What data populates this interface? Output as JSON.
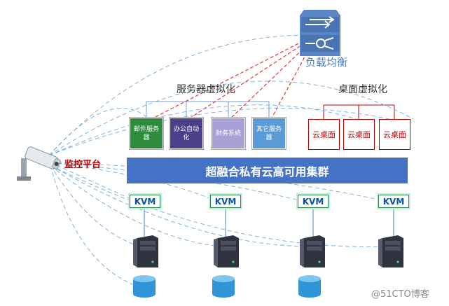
{
  "load_balancer": {
    "label": "负载均衡",
    "icon": "load-balancer-icon"
  },
  "server_virtualization": {
    "label": "服务器虚拟化",
    "services": [
      {
        "label": "邮件服务器",
        "color": "#2e8b3e"
      },
      {
        "label": "办公自动化",
        "color": "#4b3f8a"
      },
      {
        "label": "财务系统",
        "color": "#a9a0d6"
      },
      {
        "label": "其它服务器",
        "color": "#5b9bd5"
      }
    ]
  },
  "desktop_virtualization": {
    "label": "桌面虚拟化",
    "desktops": [
      {
        "label": "云桌面"
      },
      {
        "label": "云桌面"
      },
      {
        "label": "云桌面"
      }
    ],
    "color": "#c00000"
  },
  "monitoring": {
    "label": "监控平台",
    "icon": "security-camera-icon"
  },
  "cluster": {
    "label": "超融合私有云高可用集群",
    "color": "#4472c4"
  },
  "hosts": [
    {
      "kvm_label": "KVM",
      "server_icon": "server-tower-icon",
      "storage_icon": "database-icon"
    },
    {
      "kvm_label": "KVM",
      "server_icon": "server-tower-icon",
      "storage_icon": "database-icon"
    },
    {
      "kvm_label": "KVM",
      "server_icon": "server-tower-icon",
      "storage_icon": "database-icon"
    },
    {
      "kvm_label": "KVM",
      "server_icon": "server-tower-icon",
      "storage_icon": "database-icon"
    }
  ],
  "watermark": "@51CTO博客"
}
